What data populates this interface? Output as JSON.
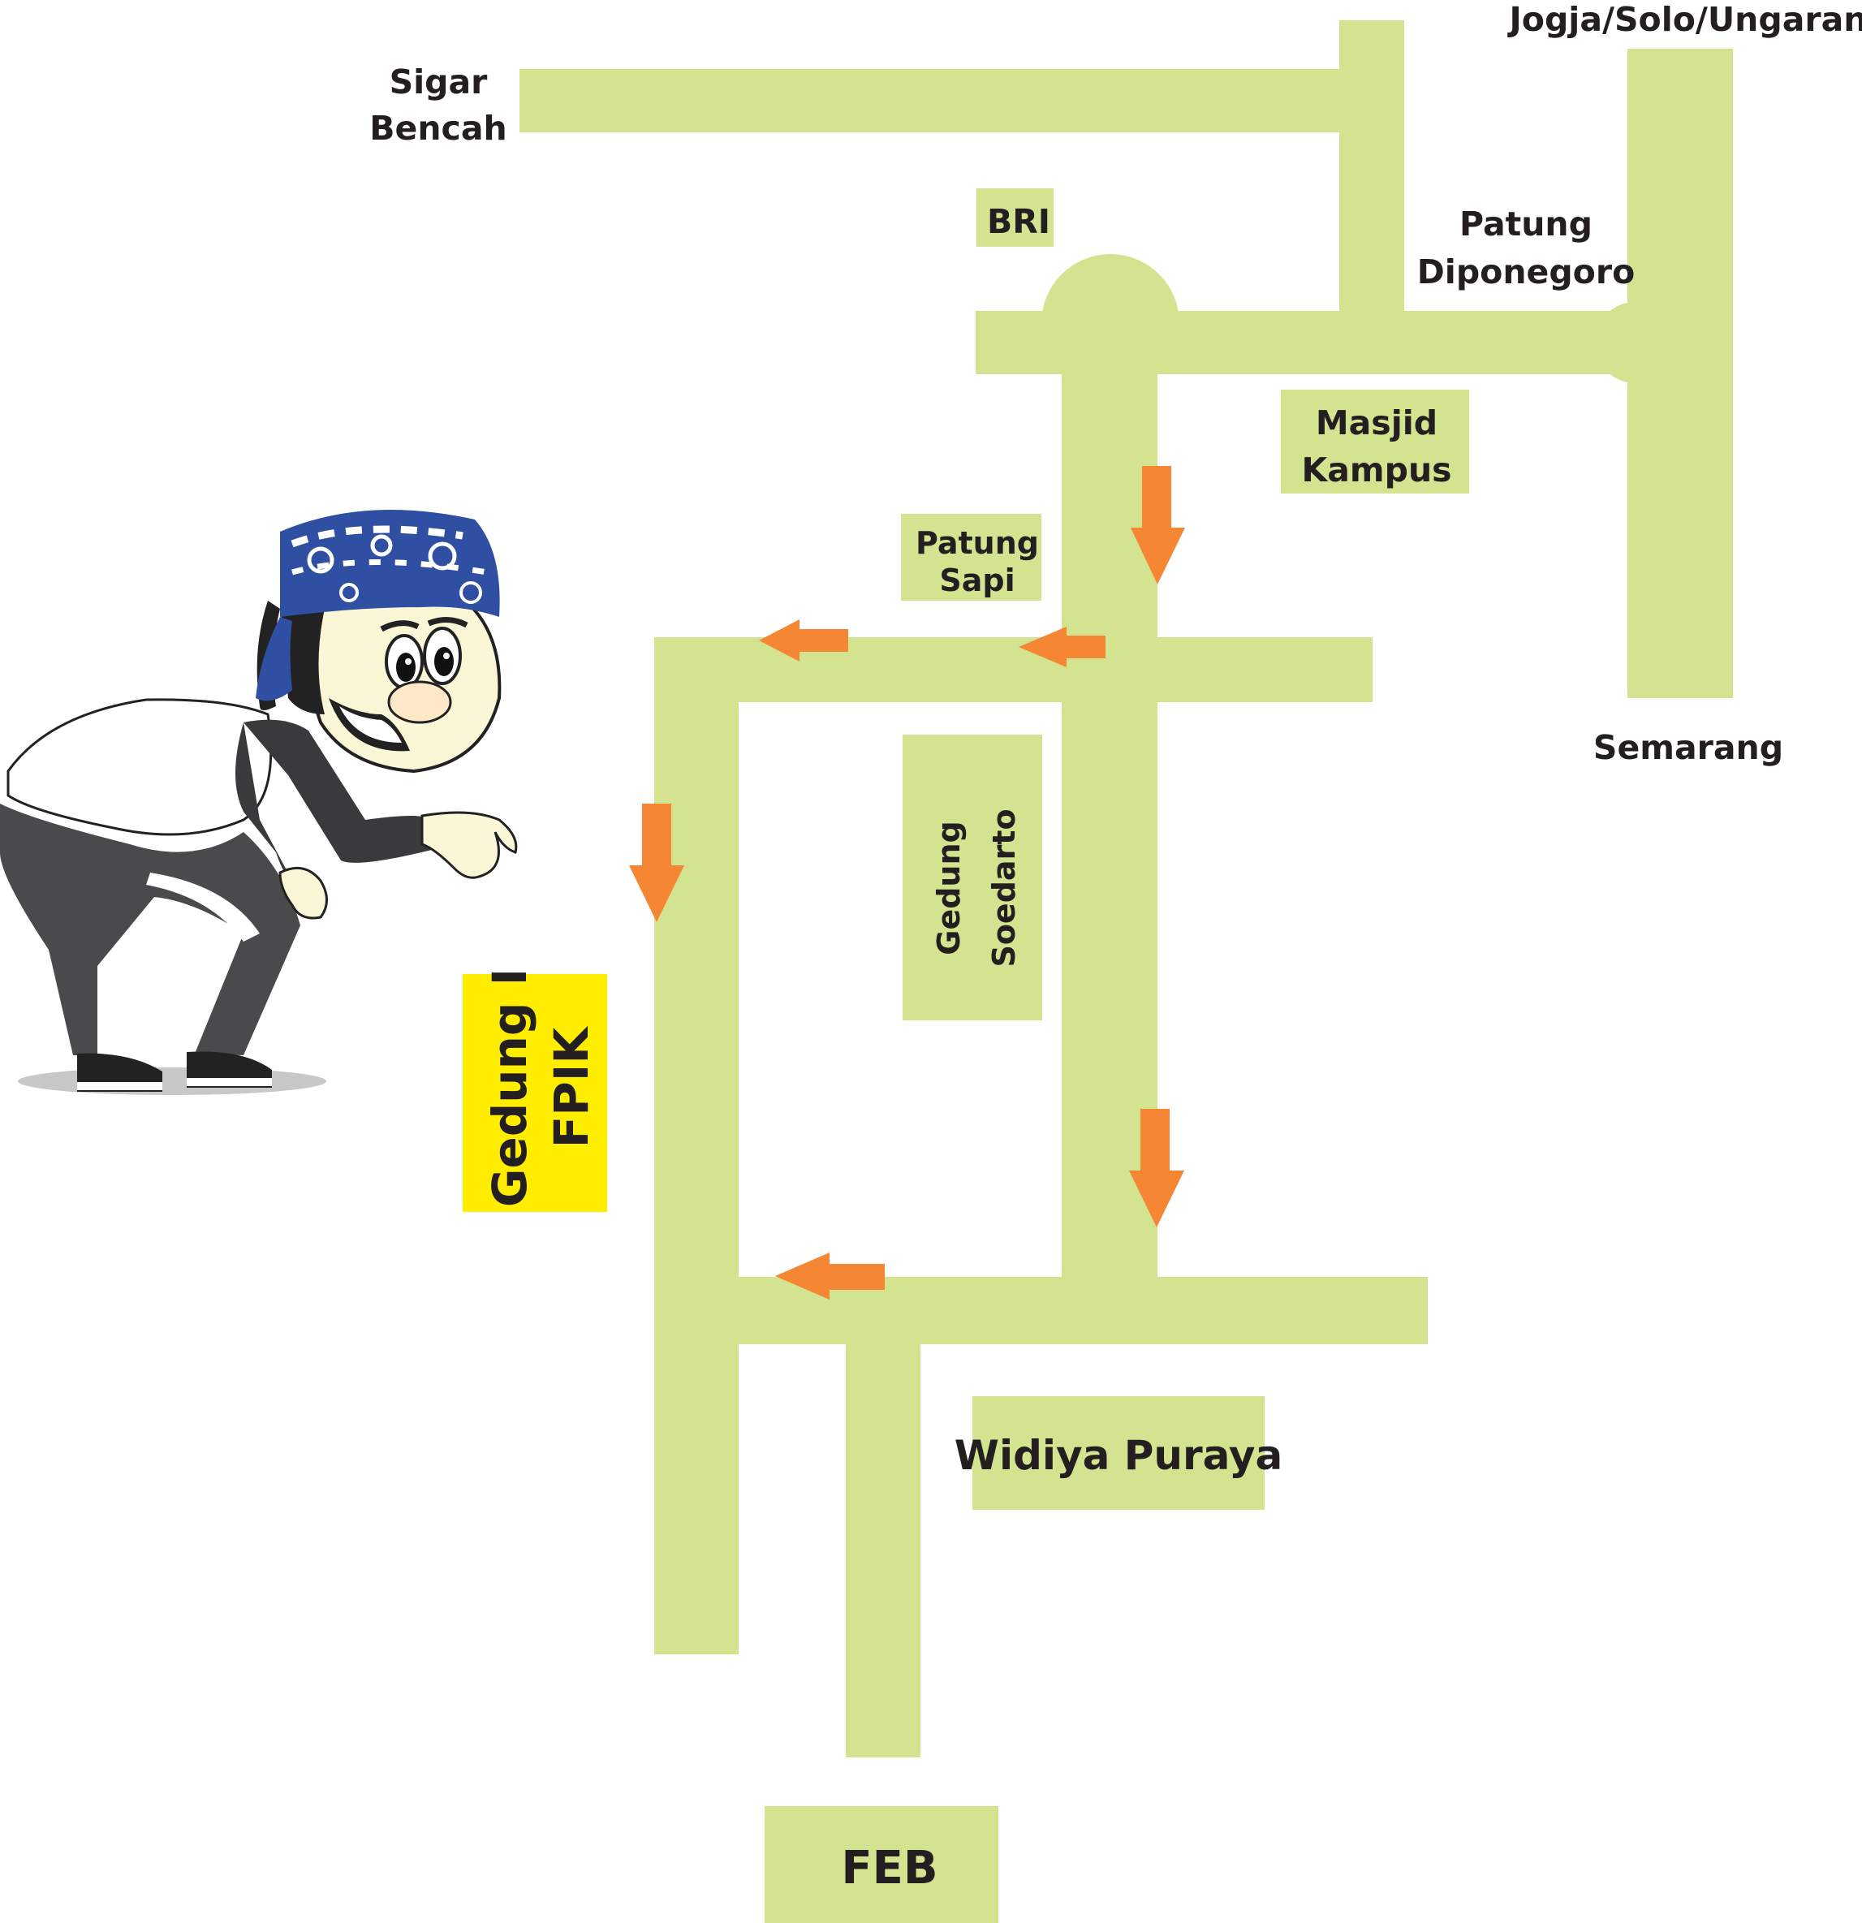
{
  "map": {
    "colors": {
      "road": "#d4e38f",
      "arrow": "#f58634",
      "highlight": "#ffed00",
      "text": "#231f20"
    },
    "labels": {
      "sigar_line1": "Sigar",
      "sigar_line2": "Bencah",
      "jogja": "Jogja/Solo/Ungaran",
      "bri": "BRI",
      "patung_dipo_line1": "Patung",
      "patung_dipo_line2": "Diponegoro",
      "masjid_line1": "Masjid",
      "masjid_line2": "Kampus",
      "patung_sapi_line1": "Patung",
      "patung_sapi_line2": "Sapi",
      "semarang": "Semarang",
      "soedarto_line1": "Gedung",
      "soedarto_line2": "Soedarto",
      "fpik_line1": "Gedung I",
      "fpik_line2": "FPIK",
      "widiya": "Widiya Puraya",
      "feb": "FEB"
    },
    "icons": {
      "mascot": "student-mascot-with-batik-headband-icon",
      "arrow": "direction-arrow-icon"
    }
  }
}
